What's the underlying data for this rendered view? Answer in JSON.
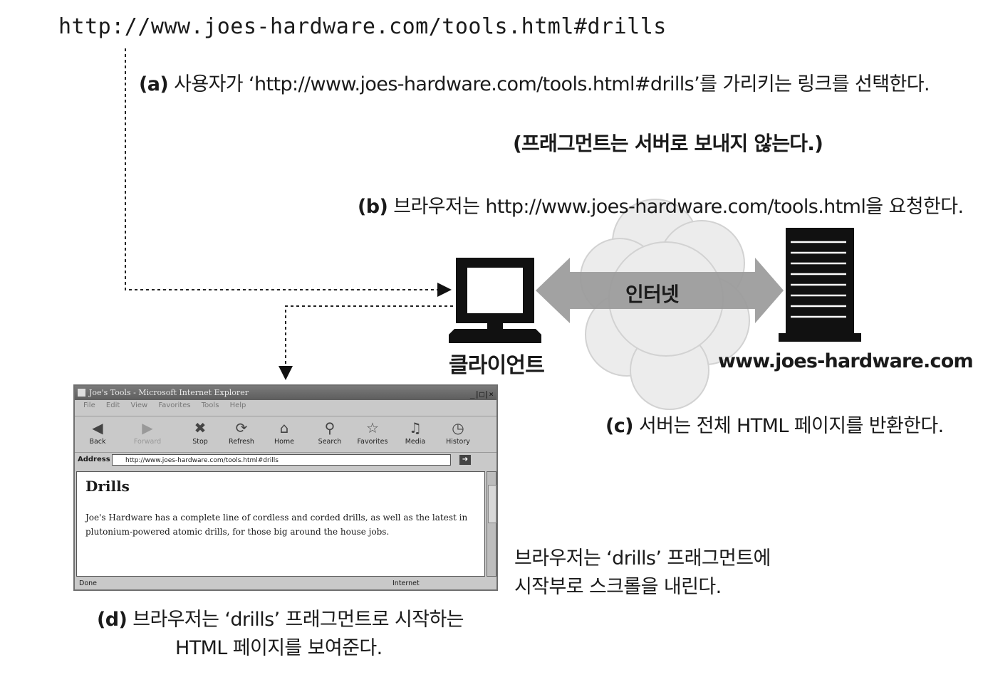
{
  "url": "http://www.joes-hardware.com/tools.html#drills",
  "step_a": {
    "label": "(a)",
    "text": " 사용자가 ‘http://www.joes-hardware.com/tools.html#drills’를 가리키는 링크를 선택한다."
  },
  "note": "(프래그먼트는 서버로 보내지 않는다.)",
  "step_b": {
    "label": "(b)",
    "text": " 브라우저는 http://www.joes-hardware.com/tools.html을 요청한다."
  },
  "internet": "인터넷",
  "client": "클라이언트",
  "server": "www.joes-hardware.com",
  "step_c": {
    "label": "(c)",
    "text": " 서버는 전체 HTML 페이지를 반환한다."
  },
  "scroll_note": {
    "line1": "브라우저는 ‘drills’ 프래그먼트에",
    "line2": "시작부로 스크롤을 내린다."
  },
  "step_d": {
    "label": "(d)",
    "line1": " 브라우저는 ‘drills’ 프래그먼트로 시작하는",
    "line2": "HTML 페이지를 보여준다."
  },
  "browser": {
    "title": "Joe's Tools - Microsoft Internet Explorer",
    "controls": "_|□|×",
    "menu": [
      "File",
      "Edit",
      "View",
      "Favorites",
      "Tools",
      "Help"
    ],
    "toolbar": [
      {
        "label": "Back",
        "icon": "back-arrow-icon",
        "glyph": "◀"
      },
      {
        "label": "Forward",
        "icon": "forward-arrow-icon",
        "glyph": "▶"
      },
      {
        "label": "Stop",
        "icon": "stop-icon",
        "glyph": "✖"
      },
      {
        "label": "Refresh",
        "icon": "refresh-icon",
        "glyph": "⟳"
      },
      {
        "label": "Home",
        "icon": "home-icon",
        "glyph": "⌂"
      },
      {
        "label": "Search",
        "icon": "search-icon",
        "glyph": "⚲"
      },
      {
        "label": "Favorites",
        "icon": "star-icon",
        "glyph": "☆"
      },
      {
        "label": "Media",
        "icon": "media-icon",
        "glyph": "♫"
      },
      {
        "label": "History",
        "icon": "history-icon",
        "glyph": "◷"
      }
    ],
    "address_label": "Address",
    "address_value": "http://www.joes-hardware.com/tools.html#drills",
    "heading": "Drills",
    "paragraph": "Joe's Hardware has a complete line of cordless and corded drills, as well as the latest in plutonium-powered atomic drills, for those big around the house jobs.",
    "status_left": "Done",
    "status_right": "Internet"
  }
}
